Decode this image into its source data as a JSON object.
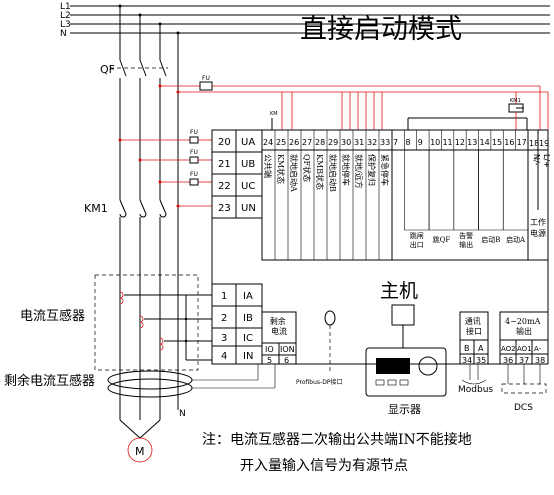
{
  "title": "直接启动模式",
  "phase_labels": [
    "L1",
    "L2",
    "L3",
    "N"
  ],
  "breaker_label": "QF",
  "contactor_label": "KM1",
  "fuse_label": "FU",
  "km1_small": "KM1",
  "km_small": "KM",
  "voltage_terms": [
    {
      "num": "20",
      "name": "UA"
    },
    {
      "num": "21",
      "name": "UB"
    },
    {
      "num": "22",
      "name": "UC"
    },
    {
      "num": "23",
      "name": "UN"
    }
  ],
  "current_terms": [
    {
      "num": "1",
      "name": "IA"
    },
    {
      "num": "2",
      "name": "IB"
    },
    {
      "num": "3",
      "name": "IC"
    },
    {
      "num": "4",
      "name": "IN"
    }
  ],
  "input_nums": [
    "24",
    "25",
    "26",
    "27",
    "28",
    "29",
    "30",
    "31",
    "32",
    "33"
  ],
  "input_labels": [
    "公共端",
    "KM状态",
    "就地启动A",
    "QF状态",
    "KMB状态",
    "就地启动B",
    "就地停车",
    "就地/远方",
    "保护复归",
    "紧急停车"
  ],
  "output_nums": [
    "7",
    "8",
    "9",
    "10",
    "11",
    "12",
    "13",
    "14",
    "15",
    "16",
    "17"
  ],
  "output_labels": [
    "跳闸出口",
    "跳QF",
    "告警输出",
    "启动B",
    "启动A"
  ],
  "power_nums": [
    "18",
    "19"
  ],
  "power_pins": [
    "N/-",
    "L/+"
  ],
  "power_label": "工作电源",
  "residual_box": {
    "title": "剩余电流",
    "pins": [
      "IO",
      "ION"
    ],
    "nums": [
      "5",
      "6"
    ]
  },
  "comm_box": {
    "title": "通讯接口",
    "pins": [
      "B",
      "A"
    ],
    "nums": [
      "34",
      "35"
    ]
  },
  "analog_box": {
    "title": "4~20mA输出",
    "pins": [
      "AO2",
      "AO1",
      "A-"
    ],
    "nums": [
      "36",
      "37",
      "38"
    ]
  },
  "host_label": "主机",
  "ct_label": "电流互感器",
  "rct_label": "剩余电流互感器",
  "neutral_label": "N",
  "motor_label": "M",
  "profibus_label": "Profibus-DP接口",
  "modbus_label": "Modbus",
  "dcs_label": "DCS",
  "display_label": "显示器",
  "note_line1": "注：电流互感器二次输出公共端IN不能接地",
  "note_line2": "开入量输入信号为有源节点"
}
